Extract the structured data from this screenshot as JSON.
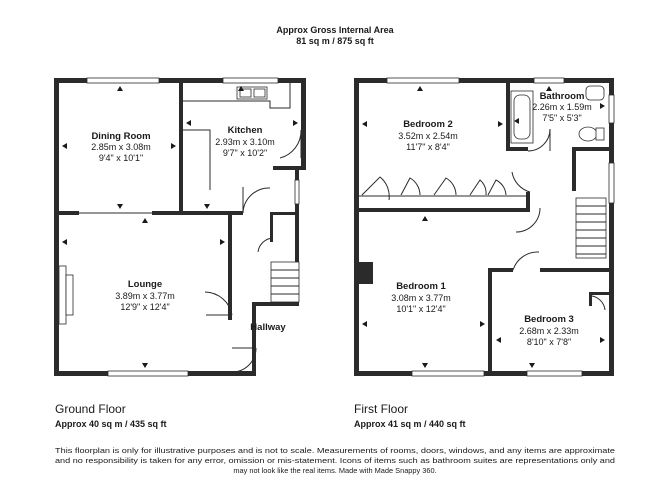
{
  "header": {
    "title": "Approx Gross Internal Area",
    "area": "81 sq m / 875 sq ft"
  },
  "ground_floor": {
    "label": "Ground Floor",
    "area": "Approx 40 sq m / 435 sq ft",
    "rooms": {
      "dining": {
        "name": "Dining Room",
        "metric": "2.85m x 3.08m",
        "imperial": "9'4\" x 10'1\""
      },
      "kitchen": {
        "name": "Kitchen",
        "metric": "2.93m x 3.10m",
        "imperial": "9'7\" x 10'2\""
      },
      "lounge": {
        "name": "Lounge",
        "metric": "3.89m x 3.77m",
        "imperial": "12'9\" x 12'4\""
      },
      "hallway": {
        "name": "Hallway"
      }
    }
  },
  "first_floor": {
    "label": "First Floor",
    "area": "Approx 41 sq m / 440 sq ft",
    "rooms": {
      "bedroom2": {
        "name": "Bedroom 2",
        "metric": "3.52m x 2.54m",
        "imperial": "11'7\" x 8'4\""
      },
      "bathroom": {
        "name": "Bathroom",
        "metric": "2.26m x 1.59m",
        "imperial": "7'5\" x 5'3\""
      },
      "bedroom1": {
        "name": "Bedroom 1",
        "metric": "3.08m x 3.77m",
        "imperial": "10'1\" x 12'4\""
      },
      "bedroom3": {
        "name": "Bedroom 3",
        "metric": "2.68m x 2.33m",
        "imperial": "8'10\" x 7'8\""
      }
    }
  },
  "disclaimer": {
    "line1": "This floorplan is only for illustrative purposes and is not to scale. Measurements of rooms, doors, windows, and any items are approximate",
    "line2": "and no responsibility is taken for any error, omission or mis-statement. Icons of items such as bathroom suites are representations only and",
    "line3": "may not look like the real items. Made with Made Snappy 360."
  }
}
